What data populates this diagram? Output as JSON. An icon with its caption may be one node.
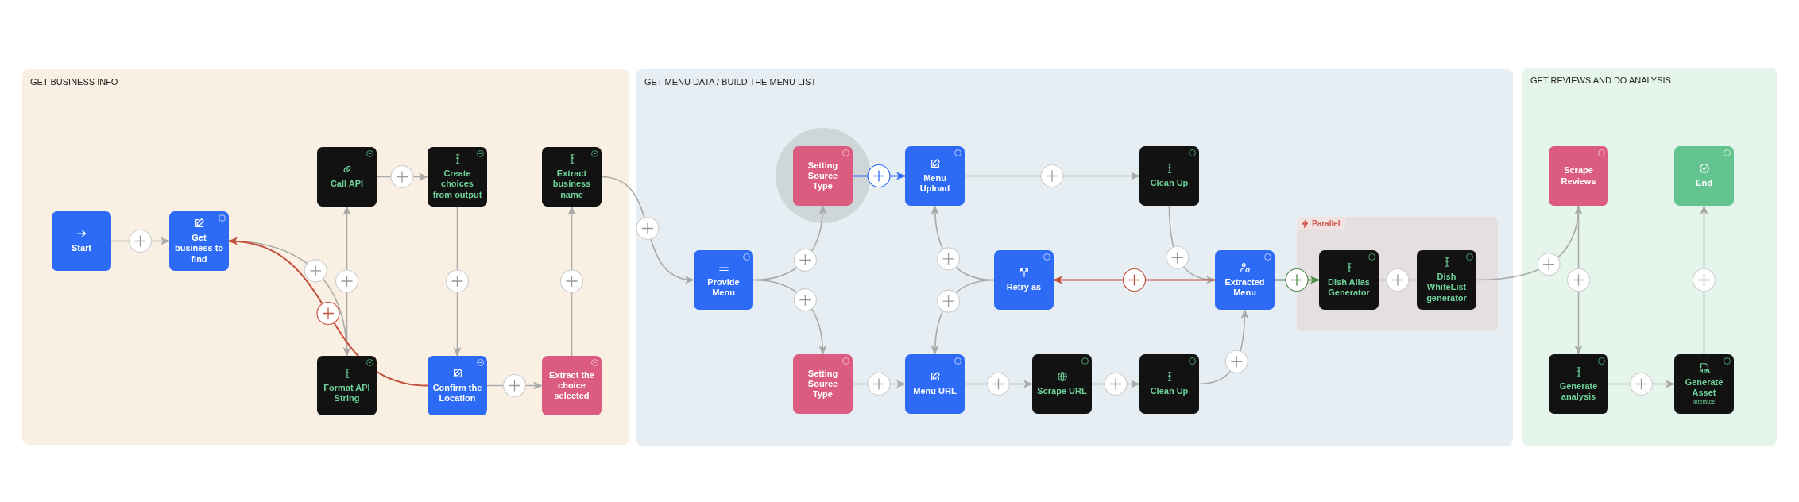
{
  "diagram": {
    "nodes": [
      {
        "text": [
          "GET BUSINESS INFO"
        ]
      },
      {
        "text": [
          "Start"
        ],
        "in": 0
      },
      {
        "text": [
          "Get business to find"
        ],
        "in": 0
      },
      {
        "text": [
          "Call API"
        ],
        "in": 0
      },
      {
        "text": [
          "Create choices from output"
        ],
        "in": 0
      },
      {
        "text": [
          "Extract business name"
        ],
        "in": 0
      },
      {
        "text": [
          "Format API String"
        ],
        "in": 0
      },
      {
        "text": [
          "Confirm the Location"
        ],
        "in": 0
      },
      {
        "text": [
          "Extract the choice selected"
        ],
        "in": 0
      },
      {
        "text": [
          "GET MENU DATA / BUILD THE MENU LIST"
        ]
      },
      {
        "text": [
          "Setting Source Type"
        ],
        "in": 9
      },
      {
        "text": [
          "Menu Upload"
        ],
        "in": 9
      },
      {
        "text": [
          "Clean Up"
        ],
        "in": 9
      },
      {
        "text": [
          "Provide Menu"
        ],
        "in": 9
      },
      {
        "text": [
          "Retry as"
        ],
        "in": 9
      },
      {
        "text": [
          "Extracted Menu"
        ],
        "in": 9
      },
      {
        "text": [
          "Parallel"
        ],
        "in": 9
      },
      {
        "text": [
          "Dish Alias Generator"
        ],
        "in": 16
      },
      {
        "text": [
          "Dish WhiteList generator"
        ],
        "in": 16
      },
      {
        "text": [
          "Setting Source Type"
        ],
        "in": 9
      },
      {
        "text": [
          "Menu URL"
        ],
        "in": 9
      },
      {
        "text": [
          "Scrape URL"
        ],
        "in": 9
      },
      {
        "text": [
          "Clean Up"
        ],
        "in": 9
      },
      {
        "text": [
          "GET REVIEWS AND DO ANALYSIS"
        ]
      },
      {
        "text": [
          "Scrape Reviews"
        ],
        "in": 23
      },
      {
        "text": [
          "End"
        ],
        "in": 23
      },
      {
        "text": [
          "Generate analysis"
        ],
        "in": 23
      },
      {
        "text": [
          "Generate Asset",
          "Interface"
        ],
        "in": 23
      }
    ],
    "edges": [
      {
        "from": 1,
        "to": 2,
        "arrow": "to"
      },
      {
        "from": 2,
        "to": 6,
        "arrow": "to"
      },
      {
        "from": 6,
        "to": 3,
        "arrow": "to"
      },
      {
        "from": 3,
        "to": 4,
        "arrow": "to"
      },
      {
        "from": 4,
        "to": 7,
        "arrow": "to"
      },
      {
        "from": 7,
        "to": 2,
        "arrow": "to",
        "color": "#c2503d"
      },
      {
        "from": 7,
        "to": 8,
        "arrow": "to"
      },
      {
        "from": 8,
        "to": 5,
        "arrow": "to"
      },
      {
        "from": 5,
        "to": 13,
        "arrow": "to"
      },
      {
        "from": 13,
        "to": 10,
        "arrow": "to"
      },
      {
        "from": 13,
        "to": 19,
        "arrow": "to"
      },
      {
        "from": 10,
        "to": 11,
        "arrow": "to",
        "color": "#2d6af6"
      },
      {
        "from": 14,
        "to": 11,
        "arrow": "to"
      },
      {
        "from": 14,
        "to": 20,
        "arrow": "to"
      },
      {
        "from": 11,
        "to": 12,
        "arrow": "to"
      },
      {
        "from": 19,
        "to": 20,
        "arrow": "to"
      },
      {
        "from": 20,
        "to": 21,
        "arrow": "to"
      },
      {
        "from": 21,
        "to": 22,
        "arrow": "to"
      },
      {
        "from": 12,
        "to": 15,
        "arrow": "to"
      },
      {
        "from": 22,
        "to": 15,
        "arrow": "to"
      },
      {
        "from": 15,
        "to": 14,
        "arrow": "to",
        "color": "#c2503d"
      },
      {
        "from": 15,
        "to": 17,
        "arrow": "to",
        "color": "#4a8c4a"
      },
      {
        "from": 17,
        "to": 18,
        "arrow": "none"
      },
      {
        "from": 18,
        "to": 24,
        "arrow": "to"
      },
      {
        "from": 24,
        "to": 26,
        "arrow": "to"
      },
      {
        "from": 26,
        "to": 27,
        "arrow": "to"
      },
      {
        "from": 27,
        "to": 25,
        "arrow": "to"
      }
    ]
  }
}
